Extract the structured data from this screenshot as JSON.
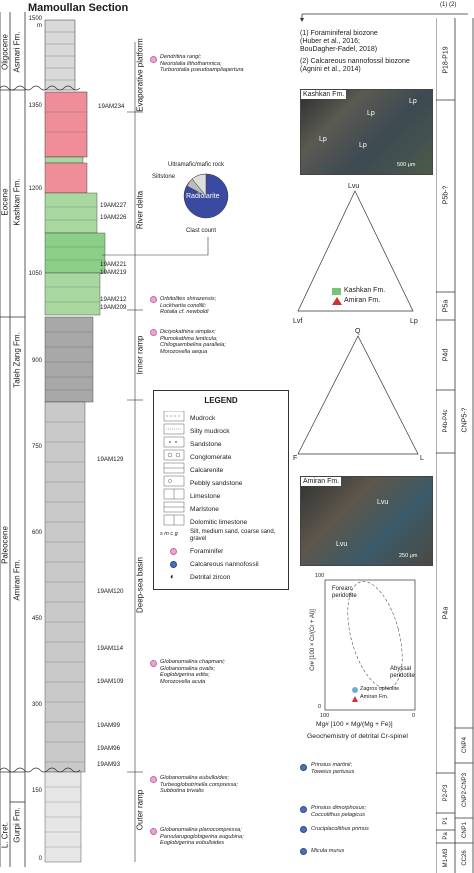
{
  "title": "Mamoullan Section",
  "header_right": "(1) (2)",
  "references": {
    "line1": "(1) Foraminiferal biozone",
    "line2": "(Huber et al., 2016;",
    "line3": "BouDagher-Fadel, 2018)",
    "line4": "(2) Calcareous nannofossil biozone",
    "line5": "(Agnini et al., 2014)"
  },
  "epochs": [
    "Oligocene",
    "Eocene",
    "Paleocene",
    "L. Cret."
  ],
  "formations": [
    "Asmari Fm.",
    "Kashkan Fm.",
    "Taleh Zang Fm.",
    "Amiran Fm.",
    "Gurpi Fm."
  ],
  "environments": [
    "Evaporative platform",
    "River delta",
    "Inner ramp",
    "Deep-sea basin",
    "Outer ramp"
  ],
  "depth_ticks": [
    "1500",
    "m",
    "1350",
    "1200",
    "1050",
    "900",
    "750",
    "600",
    "450",
    "300",
    "150",
    "0"
  ],
  "samples": [
    "19AM234",
    "19AM227",
    "19AM226",
    "19AM221",
    "19AM219",
    "19AM212",
    "19AM209",
    "19AM129",
    "19AM120",
    "19AM114",
    "19AM109",
    "19AM99",
    "19AM96",
    "19AM93"
  ],
  "fossil_notes": {
    "n1": [
      "Dendritina rangi;",
      "Neorotalia lithothamnica;",
      "Turborotalia pseudoampliapertura"
    ],
    "n2": [
      "Orbitolites shirazensis;",
      "Lockhartia condilli;",
      "Rotalia cf. newboldi"
    ],
    "n3": [
      "Dictyokathina simplex;",
      "Plumokathina lenticula;",
      "Chiloguembelina parallela;",
      "Morozovella aequa"
    ],
    "n4": [
      "Globanomalina chapmani;",
      "Globanomalina ovalis;",
      "Eoglobigerina edita;",
      "Morozovella acuta"
    ],
    "n5": [
      "Globanomalina eubulloides;",
      "Turbeoglobotrinella compressa;",
      "Subbotina trivialis"
    ],
    "n6": [
      "Globanomalina planocompressa;",
      "Parvularugoglobigerina eugubina;",
      "Eoglobigerina eobulloides"
    ]
  },
  "nanno_notes": {
    "n1": [
      "Prinsius martinii;",
      "Toweius pertusus"
    ],
    "n2": [
      "Prinsius dimorphosus;",
      "Coccolithus pelagicus"
    ],
    "n3": [
      "Cruciplacolithus primus"
    ],
    "n4": [
      "Micula murus"
    ]
  },
  "pie": {
    "labels": [
      "Ultramafic/mafic rock",
      "Siltstone",
      "Radiolarite",
      "Clast count"
    ]
  },
  "photos": {
    "kashkan": {
      "label": "Kashkan Fm.",
      "grains": [
        "Lp",
        "Lp",
        "Lp",
        "Lp"
      ],
      "scale": "500 μm"
    },
    "amiran": {
      "label": "Amiran Fm.",
      "grains": [
        "Lvu",
        "Lvu"
      ],
      "scale": "250 μm"
    }
  },
  "ternary1": {
    "top": "Lvu",
    "left": "Lvf",
    "right": "Lp",
    "legend": [
      "Kashkan Fm.",
      "Amiran Fm."
    ]
  },
  "ternary2": {
    "top": "Q",
    "left": "F",
    "right": "L"
  },
  "spinel": {
    "ylabel": "Cr# [100 × Cr/(Cr + Al)]",
    "xlabel": "Mg# [100 × Mg/(Mg + Fe)]",
    "caption": "Geochemistry of detrital Cr-spinel",
    "ytick_top": "100",
    "ytick_bottom": "0",
    "xtick_left": "100",
    "xtick_right": "0",
    "forearc": "Forearc peridotite",
    "abyssal": "Abyssal peridotite",
    "legend": [
      "Zagros ophiolite",
      "Amiran Fm."
    ]
  },
  "legend": {
    "title": "LEGEND",
    "items": [
      "Mudrock",
      "Silty mudrock",
      "Sandstone",
      "Conglomerate",
      "Calcarenite",
      "Pebbly sandstone",
      "Limestone",
      "Marlstone",
      "Dolomitic limestone",
      "Silt, medium sand, coarse sand, gravel",
      "Foraminifer",
      "Calcareous nannofossil",
      "Detrital zircon"
    ],
    "grain_scale": "s m c g"
  },
  "biozones_foram": [
    "P18-P19",
    "P5b-?",
    "P5a",
    "P4d",
    "P4b-P4c",
    "P4a",
    "P2-P3",
    "P1",
    "Pa",
    "M1-M3"
  ],
  "biozones_nanno": [
    "CNP5-?",
    "CNP4",
    "CNP2-CNP3",
    "CNP1",
    "CC26"
  ],
  "colors": {
    "kashkan": "#77c377",
    "amiran": "#d0302f",
    "zagros": "#6aaed8",
    "radiolarite": "#3a4aa0",
    "pink": "#ef8e98"
  }
}
